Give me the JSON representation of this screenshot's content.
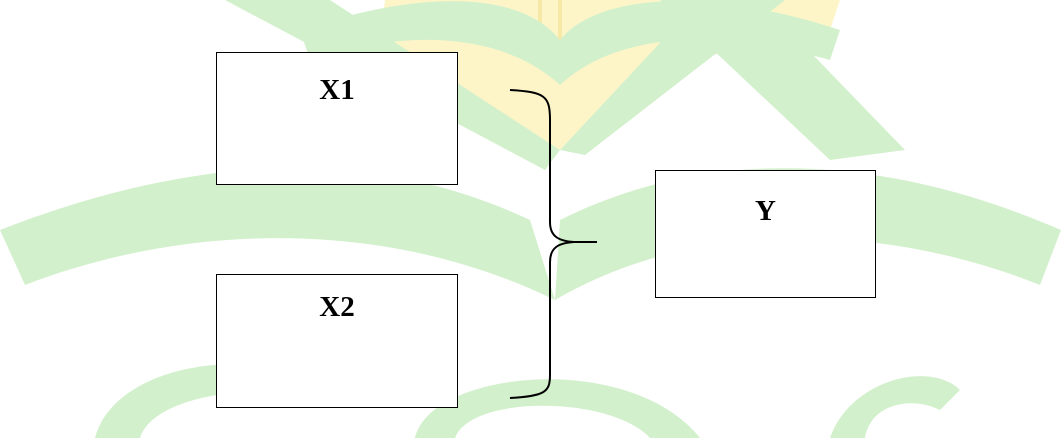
{
  "diagram": {
    "nodes": [
      {
        "id": "x1",
        "label": "X1"
      },
      {
        "id": "x2",
        "label": "X2"
      },
      {
        "id": "y",
        "label": "Y"
      }
    ],
    "edges": [
      {
        "from": [
          "x1",
          "x2"
        ],
        "to": "y",
        "style": "curly-brace"
      }
    ]
  },
  "colors": {
    "watermark_green": "#d3f0cc",
    "watermark_yellow": "#fdf5c8",
    "box_border": "#000000",
    "text": "#000000"
  }
}
